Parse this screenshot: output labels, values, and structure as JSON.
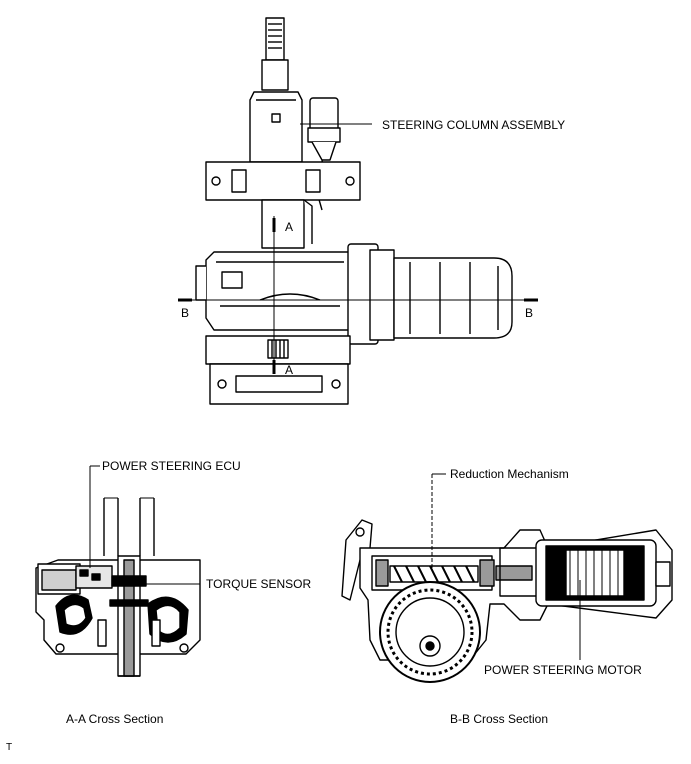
{
  "labels": {
    "steering_column": "STEERING COLUMN ASSEMBLY",
    "power_steering_ecu": "POWER STEERING ECU",
    "torque_sensor": "TORQUE SENSOR",
    "reduction_mechanism": "Reduction Mechanism",
    "power_steering_motor": "POWER STEERING MOTOR"
  },
  "section_markers": {
    "a_top": "A",
    "a_bottom": "A",
    "b_left": "B",
    "b_right": "B"
  },
  "captions": {
    "aa": "A-A Cross Section",
    "bb": "B-B Cross Section"
  },
  "corner_mark": "T"
}
